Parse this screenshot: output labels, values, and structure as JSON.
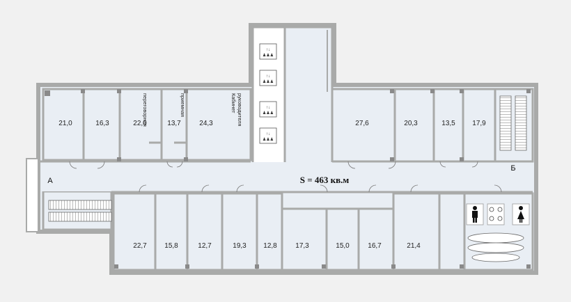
{
  "plan": {
    "area_label": "S = 463 кв.м",
    "entrance_a": "А",
    "entrance_b": "Б",
    "lift_mark": "ЛИФТ ▶",
    "colors": {
      "wall": "#a9aaa9",
      "floor": "#e9eef4",
      "outer": "#f1f1f1",
      "glass": "#3cb6d2",
      "column": "#8a8a8a"
    },
    "rooms_top_left": [
      "21,0",
      "16,3",
      "22,0",
      "13,7",
      "24,3"
    ],
    "room_names": {
      "negotiation": "переговорная",
      "reception": "приемная",
      "head_office_line1": "Кабинет",
      "head_office_line2": "руководителя"
    },
    "rooms_top_right": [
      "27,6",
      "20,3",
      "13,5",
      "17,9"
    ],
    "rooms_bottom": [
      "22,7",
      "15,8",
      "12,7",
      "19,3",
      "12,8",
      "17,3",
      "15,0",
      "16,7",
      "21,4"
    ],
    "icons": [
      "elevator-icon",
      "male-wc-icon",
      "female-wc-icon",
      "sink-icon"
    ]
  }
}
